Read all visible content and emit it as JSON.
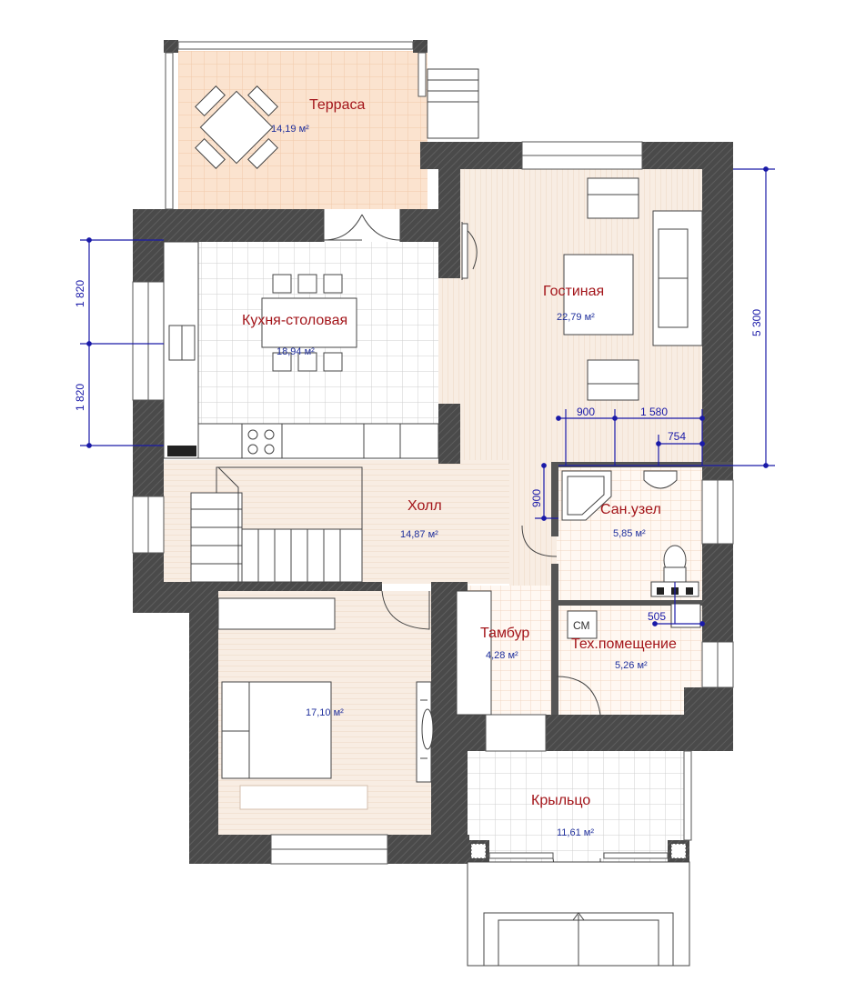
{
  "rooms": {
    "terrace": {
      "name": "Терраса",
      "area": "14,19 м²"
    },
    "kitchen": {
      "name": "Кухня-столовая",
      "area": "18,94 м²"
    },
    "living": {
      "name": "Гостиная",
      "area": "22,79 м²"
    },
    "hall": {
      "name": "Холл",
      "area": "14,87 м²"
    },
    "bath": {
      "name": "Сан.узел",
      "area": "5,85 м²"
    },
    "vestibule": {
      "name": "Тамбур",
      "area": "4,28 м²"
    },
    "tech": {
      "name": "Тех.помещение",
      "area": "5,26 м²"
    },
    "bedroom": {
      "name": "",
      "area": "17,10 м²"
    },
    "porch": {
      "name": "Крыльцо",
      "area": "11,61 м²"
    }
  },
  "labels": {
    "washer": "СМ"
  },
  "dimensions": {
    "left_top": "1 820",
    "left_bottom": "1 820",
    "right_total": "5 300",
    "d900_h": "900",
    "d1580": "1 580",
    "d754": "754",
    "d900_v": "900",
    "d505": "505"
  },
  "colors": {
    "wall": "#4a4a4a",
    "room_name": "#a3151a",
    "room_area": "#1f2f9c",
    "dimension": "#1a1aa8",
    "terrace_floor": "#fbe3cf",
    "wood_floor": "#f7ece2"
  }
}
